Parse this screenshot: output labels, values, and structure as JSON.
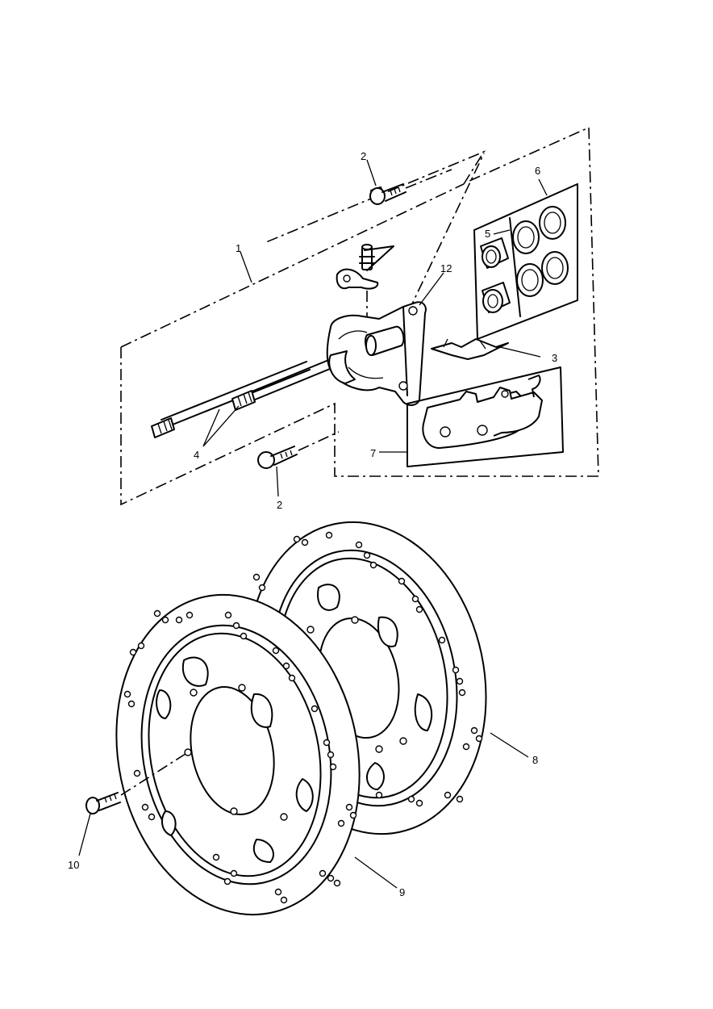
{
  "callouts": [
    {
      "id": "c1",
      "text": "1"
    },
    {
      "id": "c2a",
      "text": "2"
    },
    {
      "id": "c2b",
      "text": "2"
    },
    {
      "id": "c3",
      "text": "3"
    },
    {
      "id": "c4",
      "text": "4"
    },
    {
      "id": "c5",
      "text": "5"
    },
    {
      "id": "c6",
      "text": "6"
    },
    {
      "id": "c7",
      "text": "7"
    },
    {
      "id": "c8",
      "text": "8"
    },
    {
      "id": "c9",
      "text": "9"
    },
    {
      "id": "c10",
      "text": "10"
    },
    {
      "id": "c12",
      "text": "12"
    }
  ]
}
